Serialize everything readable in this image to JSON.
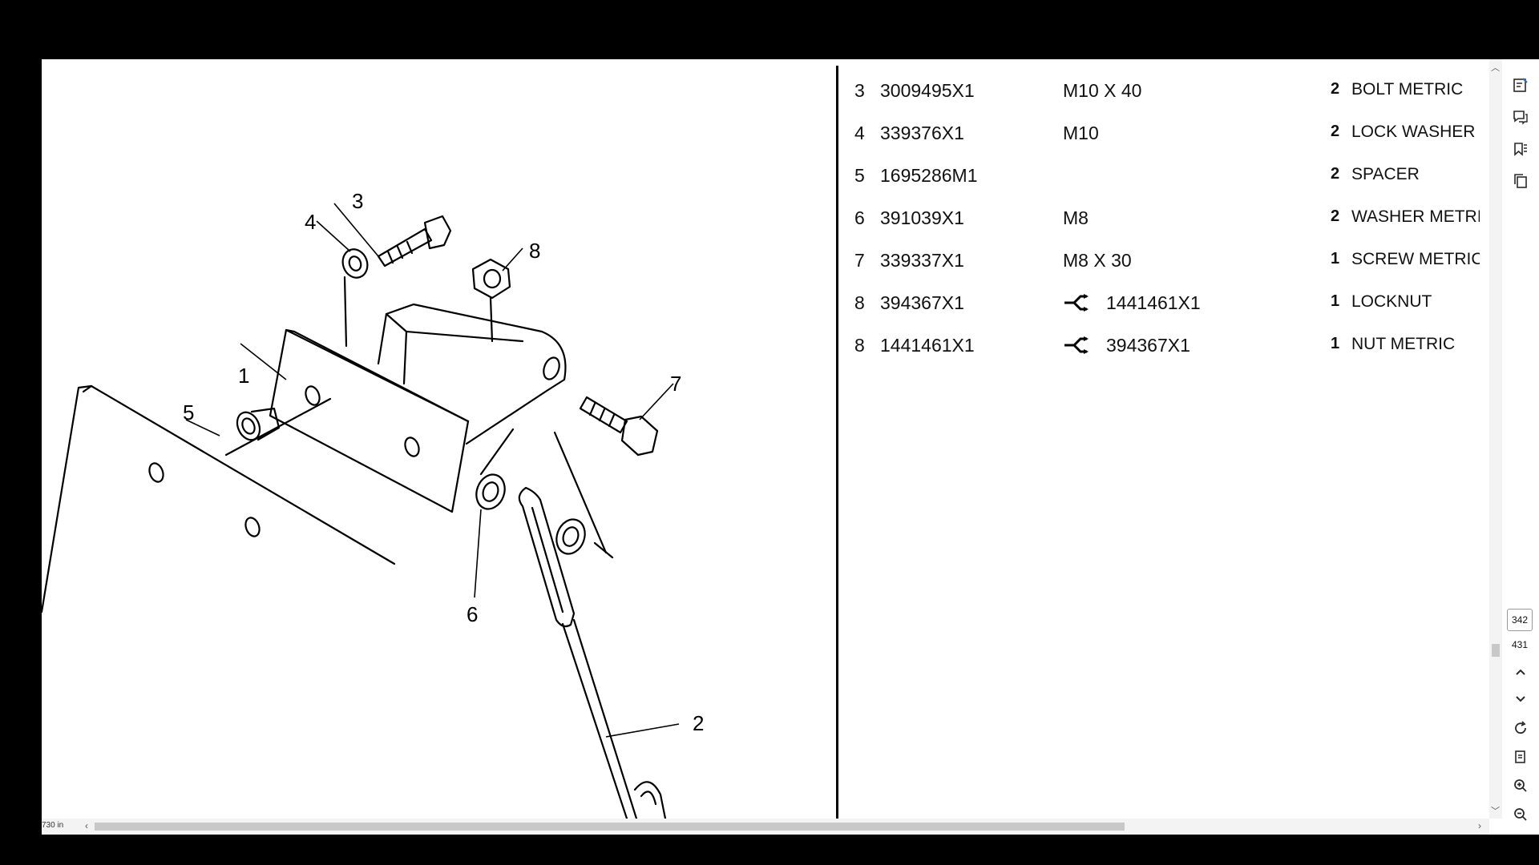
{
  "viewer": {
    "zoom_label": "730 in",
    "current_page": "342",
    "total_pages": "431"
  },
  "drawing": {
    "callouts": [
      "1",
      "2",
      "3",
      "4",
      "5",
      "6",
      "7",
      "8"
    ]
  },
  "parts": [
    {
      "ref": "3",
      "part": "3009495X1",
      "spec": "M10 X 40",
      "alt": "",
      "qty": "2",
      "desc": "BOLT METRIC"
    },
    {
      "ref": "4",
      "part": "339376X1",
      "spec": "M10",
      "alt": "",
      "qty": "2",
      "desc": "LOCK WASHER"
    },
    {
      "ref": "5",
      "part": "1695286M1",
      "spec": "",
      "alt": "",
      "qty": "2",
      "desc": "SPACER"
    },
    {
      "ref": "6",
      "part": "391039X1",
      "spec": "M8",
      "alt": "",
      "qty": "2",
      "desc": "WASHER METRI"
    },
    {
      "ref": "7",
      "part": "339337X1",
      "spec": "M8 X 30",
      "alt": "",
      "qty": "1",
      "desc": "SCREW METRIC"
    },
    {
      "ref": "8",
      "part": "394367X1",
      "spec": "",
      "alt": "1441461X1",
      "qty": "1",
      "desc": "LOCKNUT"
    },
    {
      "ref": "8",
      "part": "1441461X1",
      "spec": "",
      "alt": "394367X1",
      "qty": "1",
      "desc": "NUT METRIC"
    }
  ],
  "icons": {
    "sidebar": [
      "form-edit-icon",
      "comments-icon",
      "bookmark-list-icon",
      "copy-pages-icon"
    ],
    "bottom": [
      "chevron-up-icon",
      "chevron-down-icon",
      "rotate-icon",
      "page-view-icon",
      "zoom-in-icon",
      "zoom-out-icon"
    ],
    "alt_part": "branch-arrow-icon"
  }
}
